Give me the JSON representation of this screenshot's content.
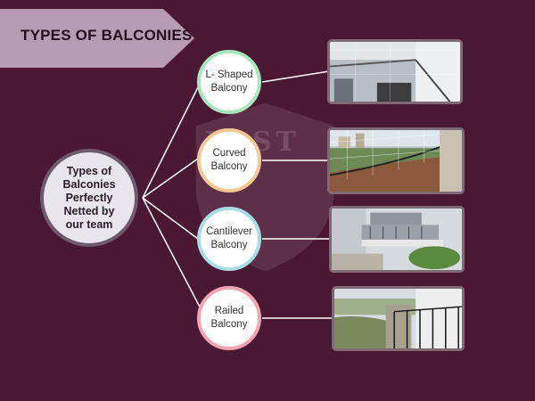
{
  "banner": {
    "title": "TYPES OF BALCONIES"
  },
  "hub": {
    "label": "Types of Balconies Perfectly Netted by our team"
  },
  "nodes": [
    {
      "label": "L- Shaped Balcony",
      "color": "#a8e6bd",
      "photo": "l-shaped-balcony-photo"
    },
    {
      "label": "Curved Balcony",
      "color": "#f2c995",
      "photo": "curved-balcony-photo"
    },
    {
      "label": "Cantilever Balcony",
      "color": "#a9dde6",
      "photo": "cantilever-balcony-photo"
    },
    {
      "label": "Railed Balcony",
      "color": "#f0a6b2",
      "photo": "railed-balcony-photo"
    }
  ],
  "colors": {
    "background": "#4a1833",
    "banner": "#b89ab3",
    "connector": "#ffffff"
  }
}
